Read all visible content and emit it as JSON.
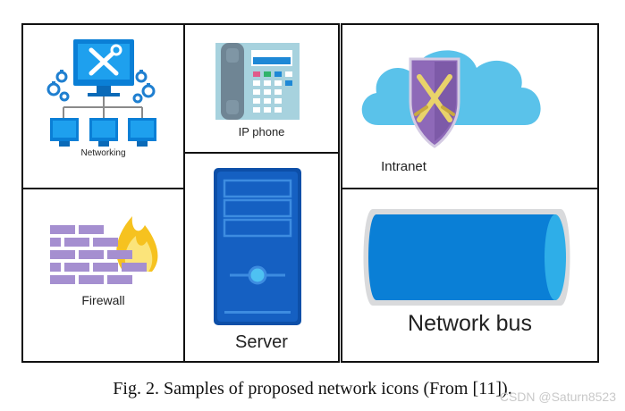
{
  "cells": {
    "networking": {
      "label": "Networking"
    },
    "ip_phone": {
      "label": "IP phone"
    },
    "intranet": {
      "label": "Intranet"
    },
    "firewall": {
      "label": "Firewall"
    },
    "server": {
      "label": "Server"
    },
    "network_bus": {
      "label": "Network bus"
    }
  },
  "caption": "Fig. 2. Samples of proposed network icons (From [11]).",
  "watermark": "CSDN @Saturn8523",
  "colors": {
    "border": "#111111",
    "accent_blue": "#0a7fd6",
    "server_blue": "#0d4fa8",
    "firewall_purple": "#a58fd0",
    "shield_purple": "#8e69b8",
    "cloud_blue": "#5ac2ea"
  }
}
